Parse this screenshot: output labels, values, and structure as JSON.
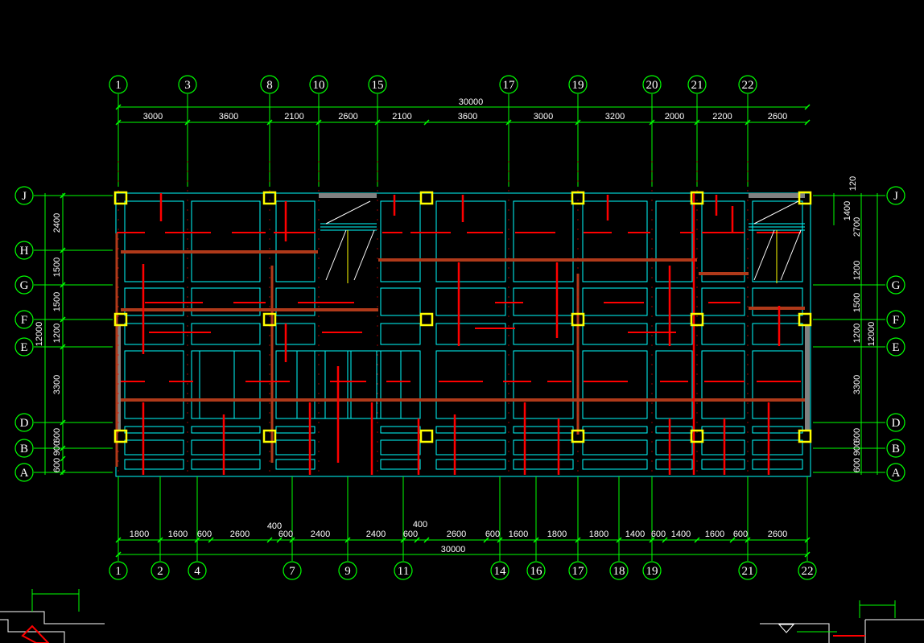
{
  "drawing": {
    "type": "structural-plan",
    "colors": {
      "background": "#000000",
      "gridline": "#00ff00",
      "axis_bubble": "#00ff00",
      "column": "#ffff00",
      "slab_outline": "#00ffff",
      "beam": "#ff0000",
      "beam_dark": "#b03a1a",
      "wall": "#808080",
      "text": "#ffffff"
    },
    "top_axes": [
      "1",
      "3",
      "8",
      "10",
      "15",
      "17",
      "19",
      "20",
      "21",
      "22"
    ],
    "top_total": "30000",
    "top_dims": [
      "3000",
      "3600",
      "2100",
      "2600",
      "2100",
      "3600",
      "3000",
      "3200",
      "2000",
      "2200",
      "2600"
    ],
    "bottom_axes": [
      "1",
      "2",
      "4",
      "7",
      "9",
      "11",
      "14",
      "16",
      "17",
      "18",
      "19",
      "21",
      "22"
    ],
    "bottom_total": "30000",
    "bottom_dims": [
      "1800",
      "1600",
      "600",
      "2600",
      "400",
      "600",
      "2400",
      "2400",
      "600",
      "400",
      "2600",
      "600",
      "1600",
      "1800",
      "1800",
      "1400",
      "600",
      "1400",
      "1600",
      "600",
      "2600"
    ],
    "left_axes": [
      "J",
      "H",
      "G",
      "F",
      "E",
      "D",
      "B",
      "A"
    ],
    "left_total": "12000",
    "left_dims": [
      "2400",
      "1500",
      "1500",
      "1200",
      "3300",
      "600",
      "900",
      "600"
    ],
    "right_axes": [
      "J",
      "G",
      "F",
      "E",
      "D",
      "B",
      "A"
    ],
    "right_total": "12000",
    "right_dims": [
      "120",
      "1400",
      "2700",
      "1200",
      "1500",
      "1200",
      "3300",
      "600",
      "900",
      "600"
    ]
  }
}
